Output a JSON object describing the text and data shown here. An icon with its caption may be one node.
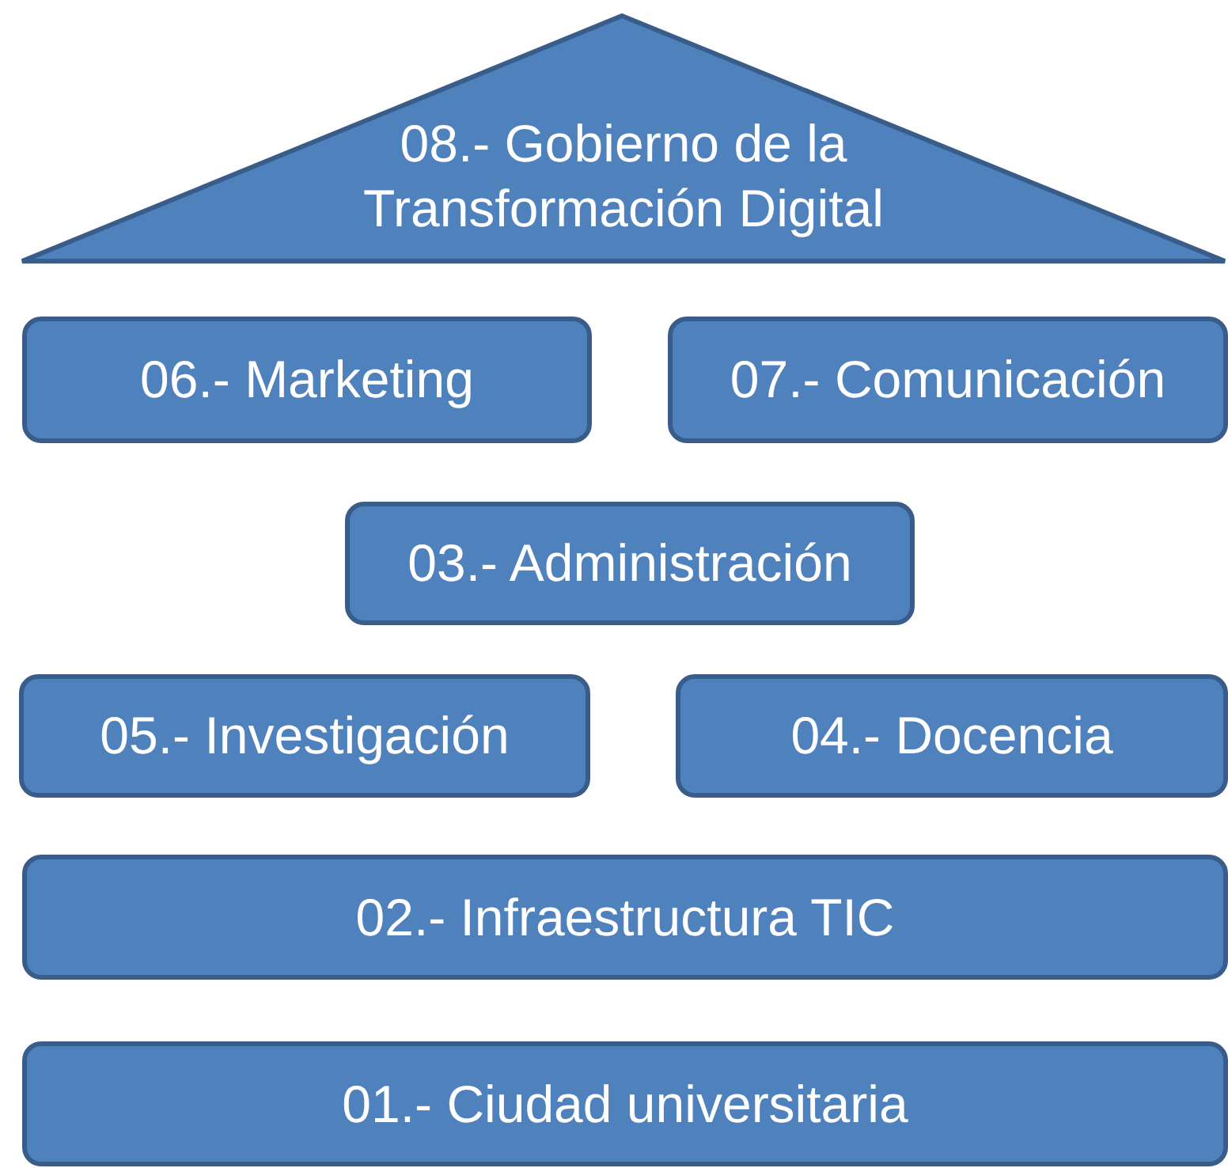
{
  "diagram": {
    "nodes": [
      {
        "text": [
          "08.- Gobierno de la Transformación Digital"
        ]
      },
      {
        "text": [
          "06.- Marketing"
        ]
      },
      {
        "text": [
          "07.- Comunicación"
        ]
      },
      {
        "text": [
          "03.- Administración"
        ]
      },
      {
        "text": [
          "05.- Investigación"
        ]
      },
      {
        "text": [
          "04.- Docencia"
        ]
      },
      {
        "text": [
          "02.- Infraestructura TIC"
        ]
      },
      {
        "text": [
          "01.- Ciudad universitaria"
        ]
      }
    ],
    "edges": []
  }
}
